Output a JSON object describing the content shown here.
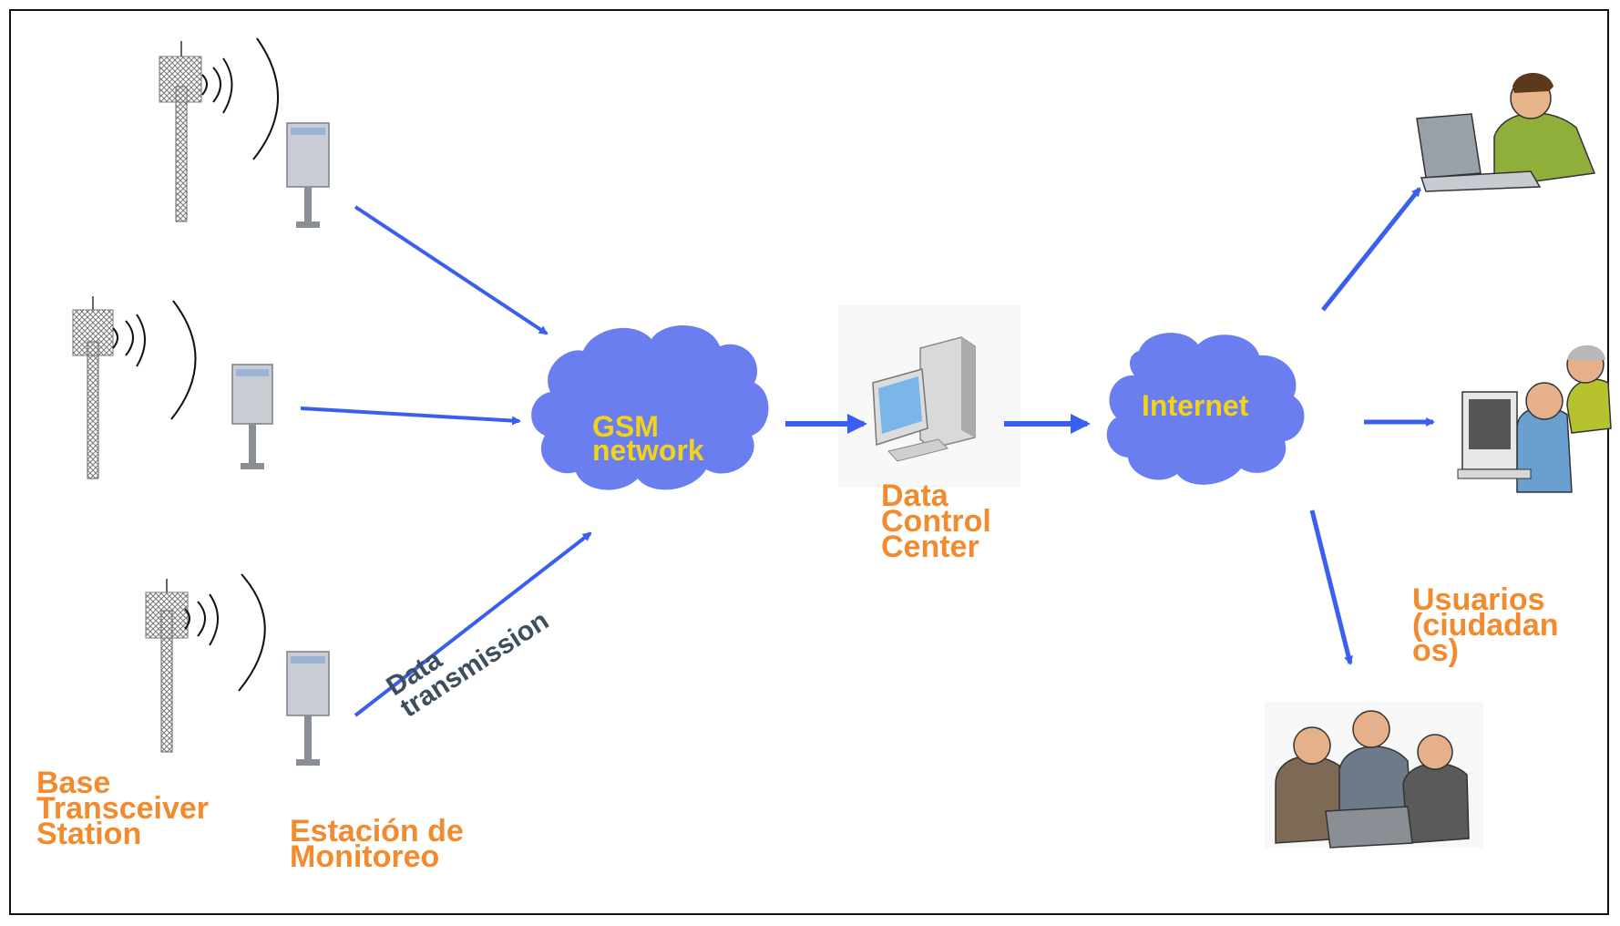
{
  "labels": {
    "bts": "Base\nTransceiver\nStation",
    "station": "Estación de\nMonitoreo",
    "data_transmission": "Data\ntransmission",
    "gsm_network": "GSM\nnetwork",
    "data_control_center": "Data\nControl\nCenter",
    "internet": "Internet",
    "users": "Usuarios\n(ciudadan\nos)"
  },
  "colors": {
    "label": "#f28a2e",
    "cloud_label": "#f3d21a",
    "arrow": "#3a5ff0",
    "cloud": "#6a7ef0",
    "border": "#111111"
  },
  "icons": [
    "cell-tower-icon",
    "monitoring-station-icon",
    "cloud-icon",
    "computer-icon",
    "user-at-laptop-icon",
    "couple-at-computer-icon",
    "group-at-laptop-icon"
  ]
}
